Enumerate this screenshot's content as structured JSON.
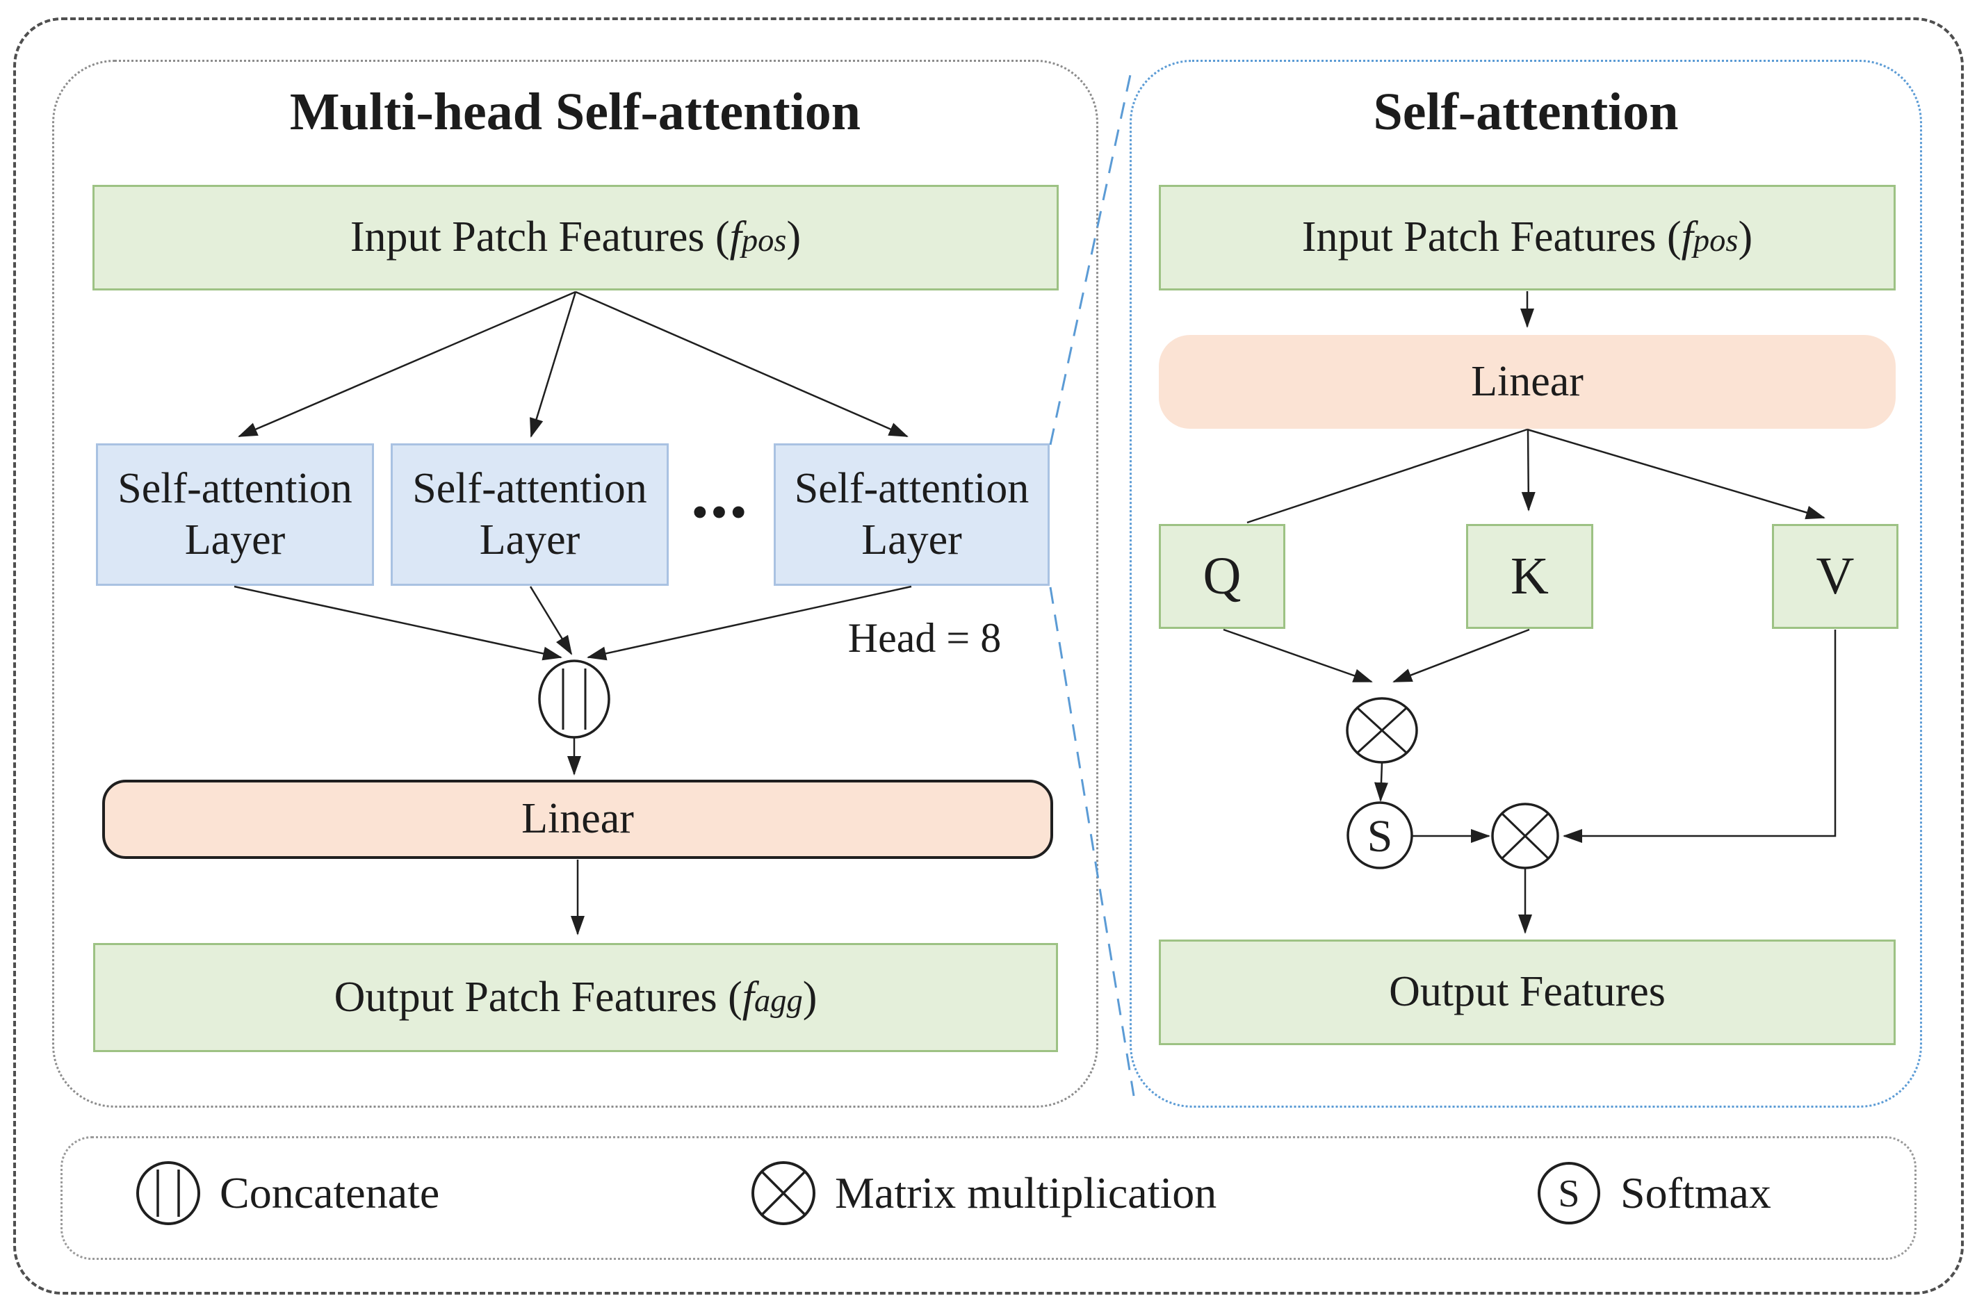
{
  "left_panel": {
    "title": "Multi-head Self-attention",
    "input_box": {
      "text": "Input Patch Features (",
      "var": "f",
      "var_sub": "pos",
      "suffix": ")"
    },
    "layers": [
      {
        "line1": "Self-attention",
        "line2": "Layer"
      },
      {
        "line1": "Self-attention",
        "line2": "Layer"
      },
      {
        "line1": "Self-attention",
        "line2": "Layer"
      }
    ],
    "ellipsis": "•••",
    "head_note": "Head = 8",
    "linear_label": "Linear",
    "output_box": {
      "text": "Output Patch Features (",
      "var": "f",
      "var_sub": "agg",
      "suffix": ")"
    }
  },
  "right_panel": {
    "title": "Self-attention",
    "input_box": {
      "text": "Input Patch Features (",
      "var": "f",
      "var_sub": "pos",
      "suffix": ")"
    },
    "linear_label": "Linear",
    "q_label": "Q",
    "k_label": "K",
    "v_label": "V",
    "softmax_symbol": "S",
    "output_label": "Output Features"
  },
  "legend": {
    "concatenate_label": "Concatenate",
    "matmul_label": "Matrix multiplication",
    "softmax_label": "Softmax",
    "softmax_symbol": "S"
  },
  "colors": {
    "green_fill": "#e4efda",
    "green_border": "#9dc284",
    "blue_fill": "#dbe7f6",
    "blue_border": "#a9c2e2",
    "peach_fill": "#fbe3d4",
    "panel_border_gray": "#8c8c8c",
    "accent_blue": "#5b9bd5",
    "line_color": "#1f1f1f"
  }
}
